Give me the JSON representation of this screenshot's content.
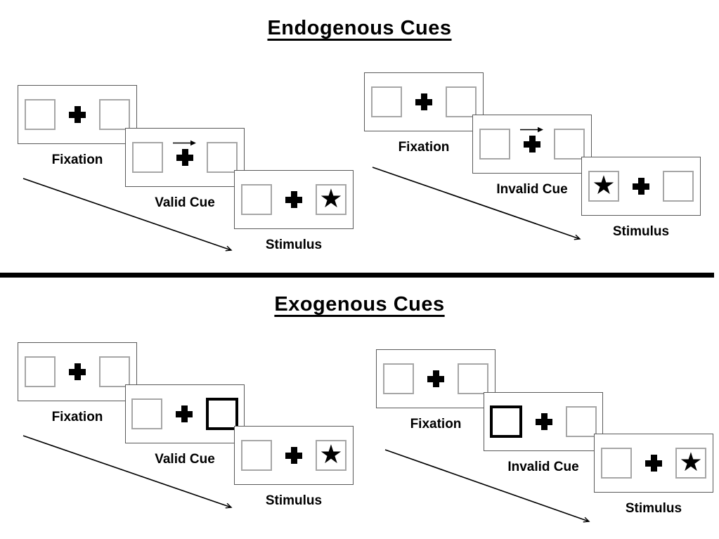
{
  "diagram": {
    "glyphs": {
      "star": "★",
      "fixation_cross": "+",
      "cue_arrow": "→"
    },
    "colors": {
      "ink": "#000000",
      "panel_border": "#595959",
      "box_border": "#a6a6a6",
      "background": "#ffffff"
    },
    "sections": [
      {
        "title": "Endogenous Cues",
        "groups": [
          {
            "name": "valid-trial",
            "panels": [
              {
                "label": "Fixation",
                "left_box": "empty",
                "center": "plus",
                "right_box": "empty"
              },
              {
                "label": "Valid Cue",
                "left_box": "empty",
                "center": "plus-arrow-right",
                "right_box": "empty"
              },
              {
                "label": "Stimulus",
                "left_box": "empty",
                "center": "plus",
                "right_box": "star"
              }
            ]
          },
          {
            "name": "invalid-trial",
            "panels": [
              {
                "label": "Fixation",
                "left_box": "empty",
                "center": "plus",
                "right_box": "empty"
              },
              {
                "label": "Invalid Cue",
                "left_box": "empty",
                "center": "plus-arrow-right",
                "right_box": "empty"
              },
              {
                "label": "Stimulus",
                "left_box": "star",
                "center": "plus",
                "right_box": "empty"
              }
            ]
          }
        ]
      },
      {
        "title": "Exogenous Cues",
        "groups": [
          {
            "name": "valid-trial",
            "panels": [
              {
                "label": "Fixation",
                "left_box": "empty",
                "center": "plus",
                "right_box": "empty"
              },
              {
                "label": "Valid Cue",
                "left_box": "empty",
                "center": "plus",
                "right_box": "thick-outline"
              },
              {
                "label": "Stimulus",
                "left_box": "empty",
                "center": "plus",
                "right_box": "star"
              }
            ]
          },
          {
            "name": "invalid-trial",
            "panels": [
              {
                "label": "Fixation",
                "left_box": "empty",
                "center": "plus",
                "right_box": "empty"
              },
              {
                "label": "Invalid Cue",
                "left_box": "thick-outline",
                "center": "plus",
                "right_box": "empty"
              },
              {
                "label": "Stimulus",
                "left_box": "empty",
                "center": "plus",
                "right_box": "star"
              }
            ]
          }
        ]
      }
    ]
  }
}
